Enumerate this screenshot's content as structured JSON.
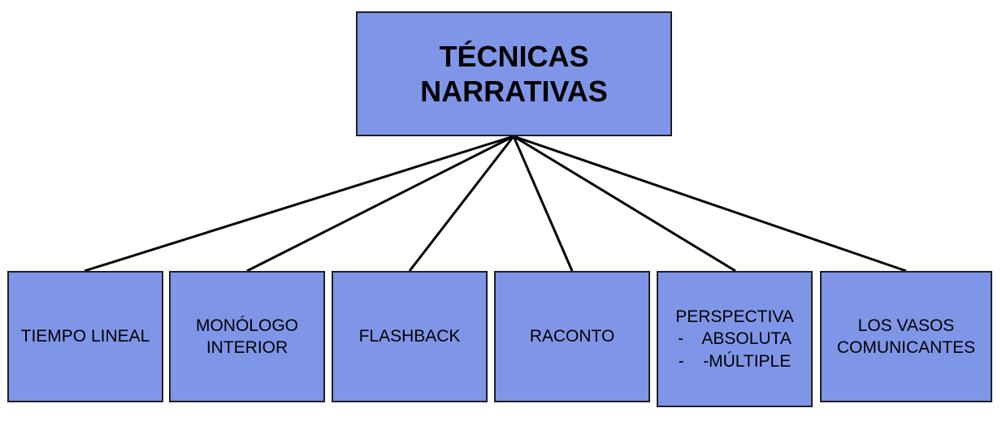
{
  "root": {
    "lines": [
      "TÉCNICAS",
      "NARRATIVAS"
    ]
  },
  "children": [
    {
      "lines": [
        "TIEMPO LINEAL"
      ]
    },
    {
      "lines": [
        "MONÓLOGO",
        "INTERIOR"
      ]
    },
    {
      "lines": [
        "FLASHBACK"
      ]
    },
    {
      "lines": [
        "RACONTO"
      ]
    },
    {
      "lines": [
        "PERSPECTIVA",
        "-    ABSOLUTA",
        "-    -MÚLTIPLE"
      ]
    },
    {
      "lines": [
        "LOS VASOS",
        "COMUNICANTES"
      ]
    }
  ],
  "colors": {
    "box_fill": "#7f96e8",
    "border": "#1f1f1f",
    "connector": "#000000"
  }
}
